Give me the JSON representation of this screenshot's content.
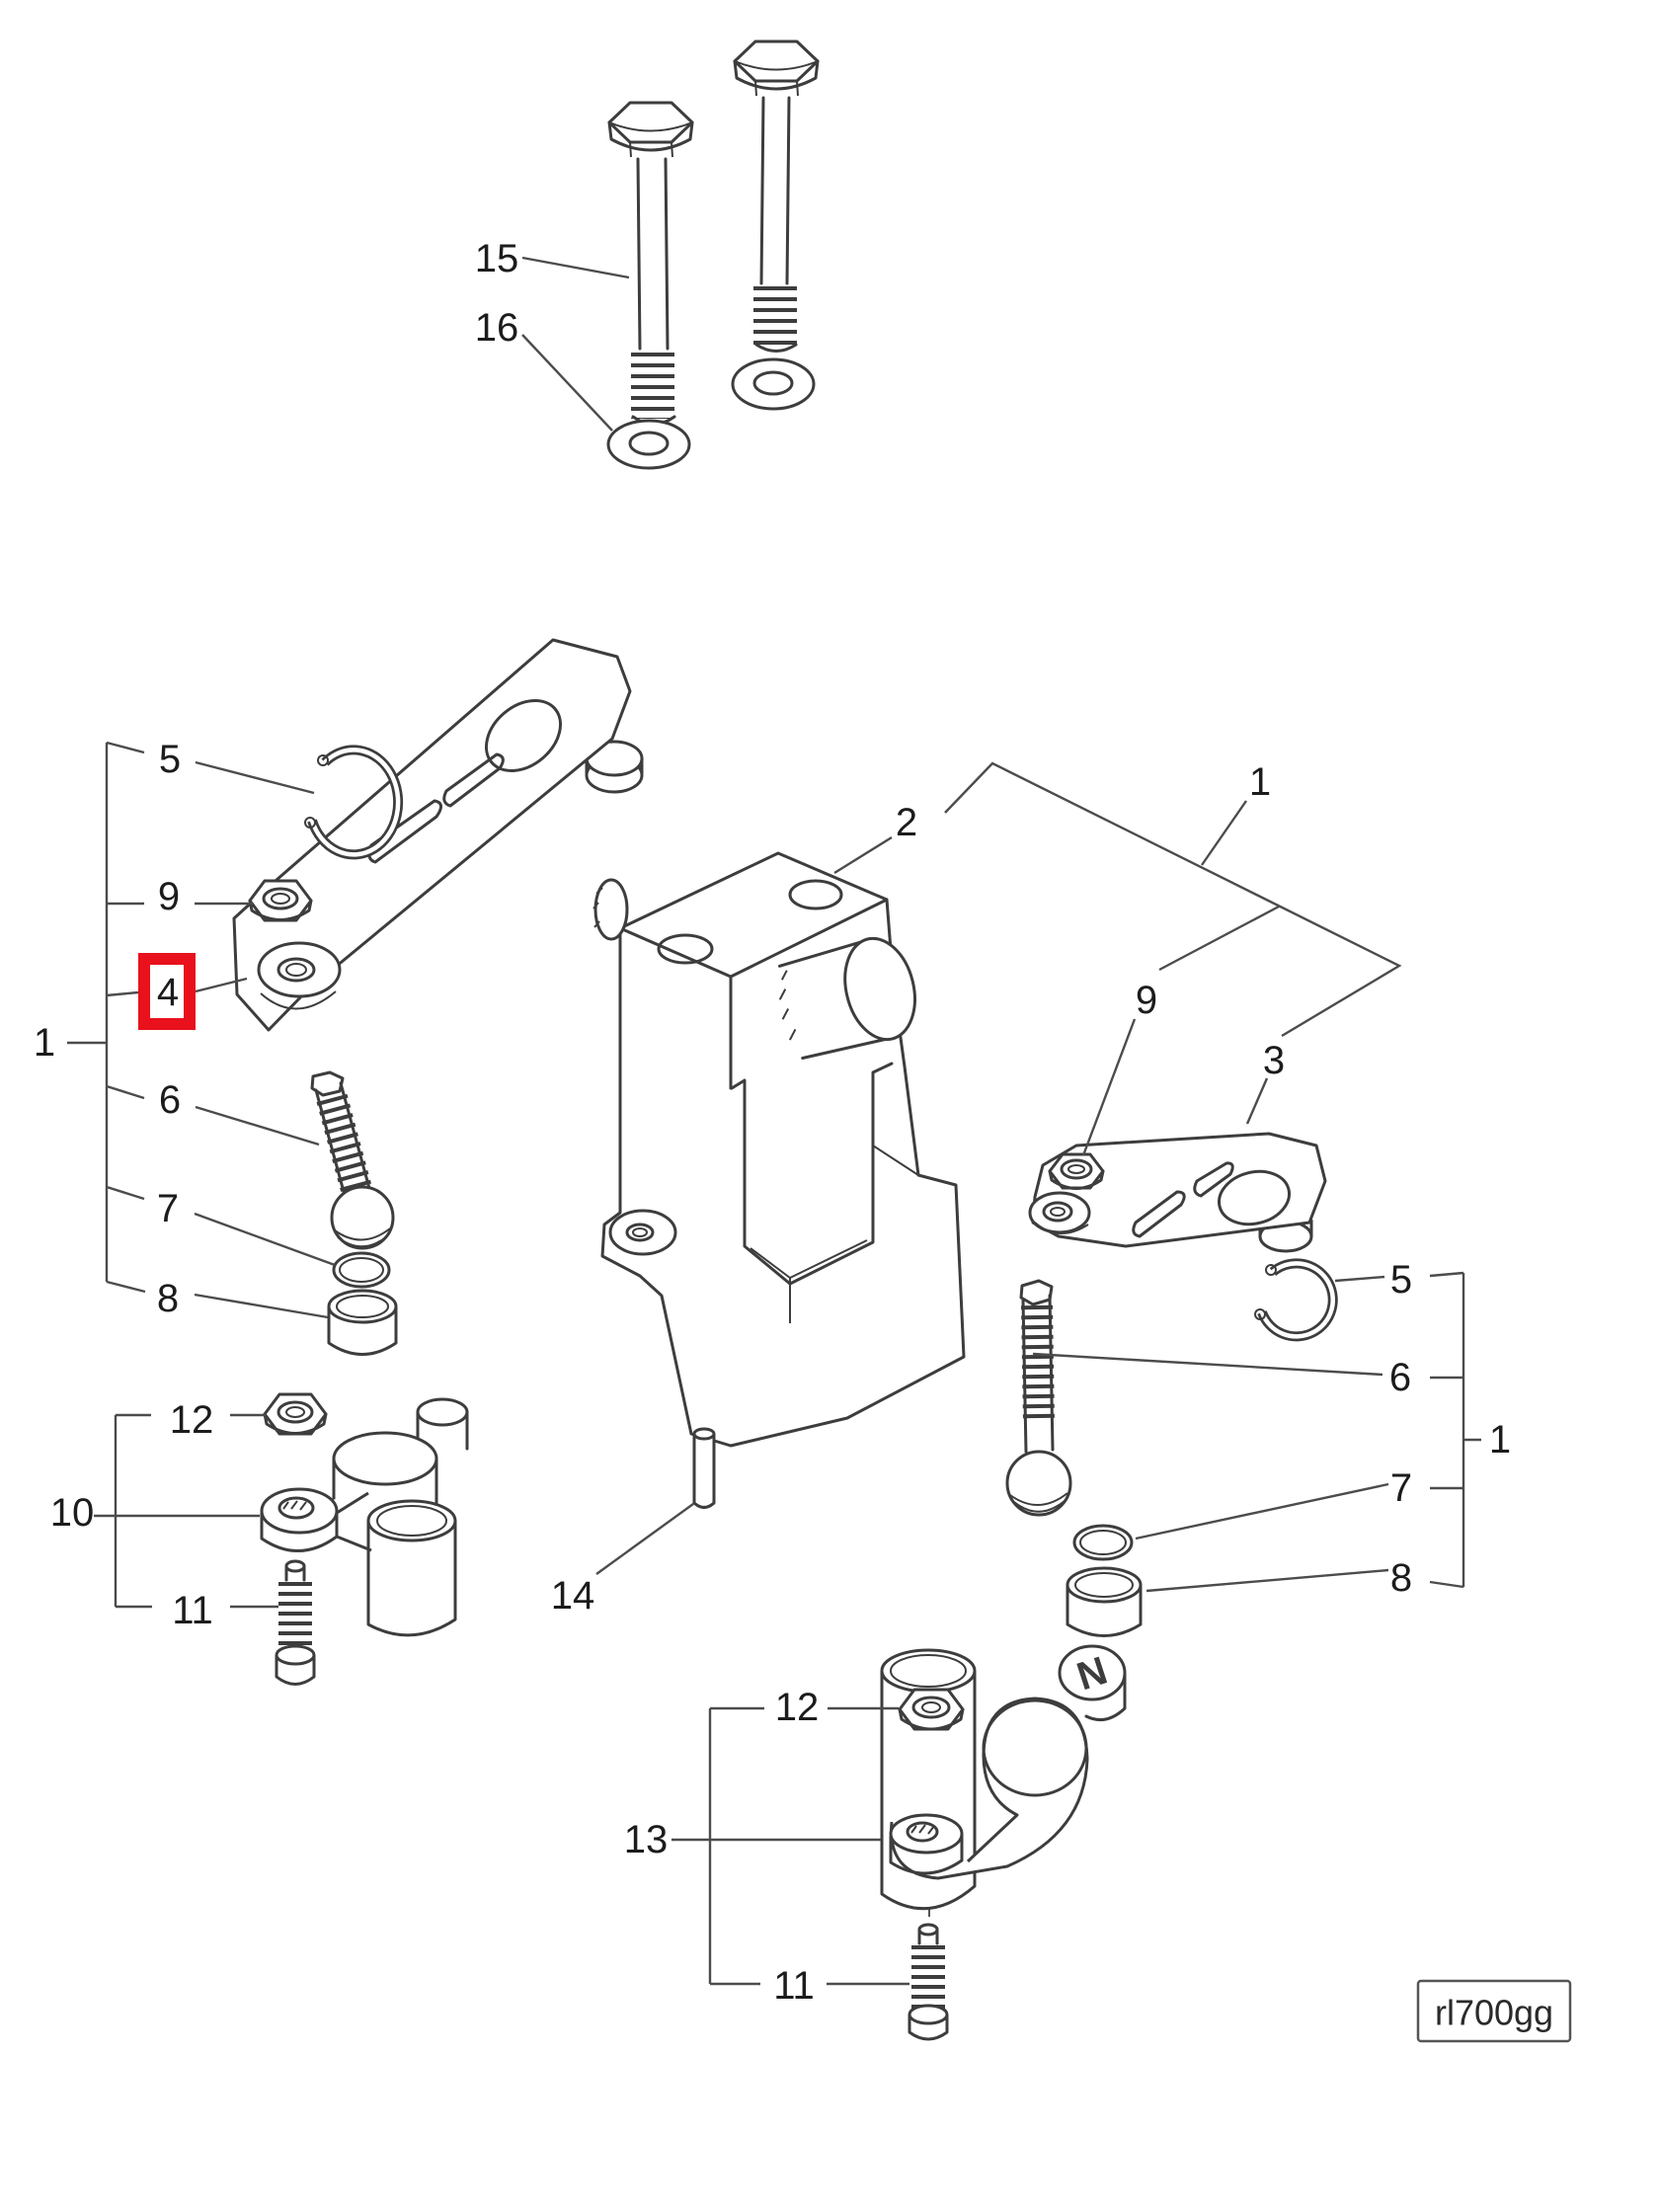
{
  "diagram": {
    "type": "exploded-parts-diagram",
    "drawing_code": "rl700gg",
    "selected_callout": "4",
    "background_color": "#ffffff",
    "line_color": "#3d3d3d",
    "leader_color": "#4c4c4c",
    "label_color": "#1c1c1c",
    "highlight_color": "#e8111c",
    "n_marking": "N",
    "callouts": [
      {
        "text": "15",
        "part_name": "hex-bolt"
      },
      {
        "text": "16",
        "part_name": "washer"
      },
      {
        "text": "5",
        "part_name": "snap-ring-left"
      },
      {
        "text": "9",
        "part_name": "nut-left"
      },
      {
        "text": "4",
        "part_name": "rocker-arm-left",
        "selected": true
      },
      {
        "text": "1",
        "part_name": "arm-group-left"
      },
      {
        "text": "6",
        "part_name": "ball-screw-left"
      },
      {
        "text": "7",
        "part_name": "o-ring-left"
      },
      {
        "text": "8",
        "part_name": "bushing-left"
      },
      {
        "text": "2",
        "part_name": "support-block"
      },
      {
        "text": "1",
        "part_name": "arm-group-right-top"
      },
      {
        "text": "9",
        "part_name": "nut-right"
      },
      {
        "text": "3",
        "part_name": "rocker-arm-right"
      },
      {
        "text": "5",
        "part_name": "snap-ring-right"
      },
      {
        "text": "6",
        "part_name": "ball-screw-right"
      },
      {
        "text": "1",
        "part_name": "arm-group-right"
      },
      {
        "text": "7",
        "part_name": "o-ring-right"
      },
      {
        "text": "8",
        "part_name": "bushing-right"
      },
      {
        "text": "12",
        "part_name": "nut-lever-left"
      },
      {
        "text": "10",
        "part_name": "lever-assembly-left"
      },
      {
        "text": "11",
        "part_name": "stud-left"
      },
      {
        "text": "14",
        "part_name": "pin"
      },
      {
        "text": "12",
        "part_name": "nut-lever-bottom"
      },
      {
        "text": "13",
        "part_name": "lever-assembly-bottom"
      },
      {
        "text": "11",
        "part_name": "stud-bottom"
      }
    ]
  }
}
